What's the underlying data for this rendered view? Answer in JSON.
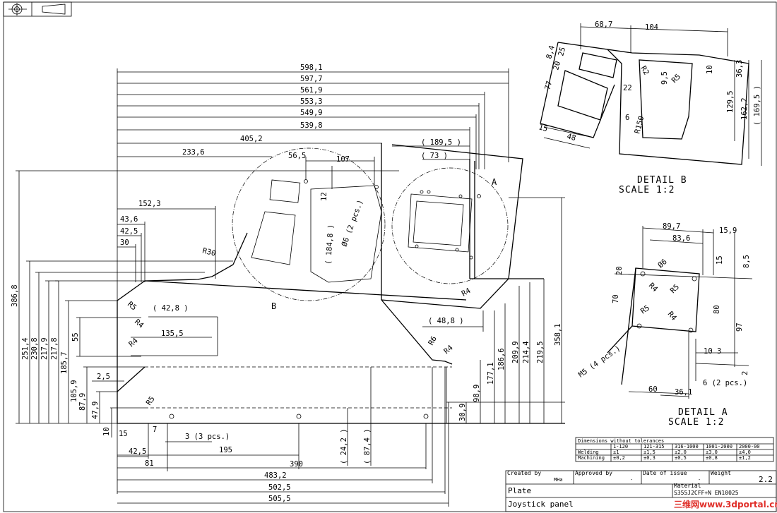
{
  "main_view": {
    "top_dims": [
      "598,1",
      "597,7",
      "561,9",
      "553,3",
      "549,9",
      "539,8",
      "405,2",
      "233,6"
    ],
    "left_dims": [
      "386,8",
      "251,4",
      "230,8",
      "217,9",
      "217,8",
      "185,7",
      "105,9",
      "87,9",
      "47,9",
      "10",
      "15"
    ],
    "left_block_dims": [
      "152,3",
      "43,6",
      "42,5",
      "30",
      "2,5",
      "55"
    ],
    "inner_dims": [
      "56,5",
      "107",
      "12",
      "( 184,8 )",
      "Ø6 (2 pcs.)",
      "( 42,8 )",
      "135,5",
      "( 189,5 )",
      "( 73 )",
      "( 48,8 )",
      "R30",
      "R5",
      "R4",
      "R4",
      "R5",
      "R4",
      "R6",
      "R4",
      "7"
    ],
    "right_dims": [
      "358,1",
      "219,5",
      "214,4",
      "209,9",
      "186,6",
      "177,1",
      "98,9",
      "30,9"
    ],
    "bottom_dims": [
      "3 (3 pcs.)",
      "195",
      "390",
      "42,5",
      "81",
      "483,2",
      "502,5",
      "505,5",
      "( 24,2 )",
      "( 87,4 )"
    ],
    "labels": {
      "detail_a_ref": "A",
      "detail_b_ref": "B"
    }
  },
  "detail_b": {
    "title": "DETAIL B",
    "scale": "SCALE 1:2",
    "dims": [
      "68,7",
      "104",
      "8,4",
      "25",
      "20",
      "77",
      "15",
      "48",
      "R2",
      "22",
      "6",
      "R150",
      "9,5",
      "R5",
      "10",
      "36,3",
      "129,5",
      "162,2",
      "( 169,5 )"
    ]
  },
  "detail_a": {
    "title": "DETAIL A",
    "scale": "SCALE 1:2",
    "dims": [
      "89,7",
      "83,6",
      "15,9",
      "Ø6",
      "20",
      "15",
      "8,5",
      "R4",
      "R5",
      "70",
      "80",
      "97",
      "R5",
      "R4",
      "M5 (4 pcs.)",
      "10",
      "3",
      "2",
      "60",
      "36,1",
      "6 (2 pcs.)"
    ]
  },
  "tolerances": {
    "title": "Dimensions without tolerances",
    "header": [
      "",
      "1-120",
      "121-315",
      "316-1000",
      "1001-2000",
      "2000-00"
    ],
    "rows": [
      [
        "Welding",
        "±1",
        "±1,5",
        "±2,0",
        "±3,0",
        "±4,0"
      ],
      [
        "Machining",
        "±0,2",
        "±0,3",
        "±0,5",
        "±0,8",
        "±1,2"
      ]
    ]
  },
  "title_block": {
    "created_by_label": "Created by",
    "created_by": "MHa",
    "approved_by_label": "Approved by",
    "approved_by": "-",
    "date_label": "Date of issue",
    "date": "-",
    "weight_label": "Weight",
    "weight": "2.2",
    "name1": "Plate",
    "name2": "Joystick panel",
    "material_label": "Material",
    "material": "S355J2CFF+N EN10025"
  },
  "watermark": "三维网www.3dportal.cn"
}
